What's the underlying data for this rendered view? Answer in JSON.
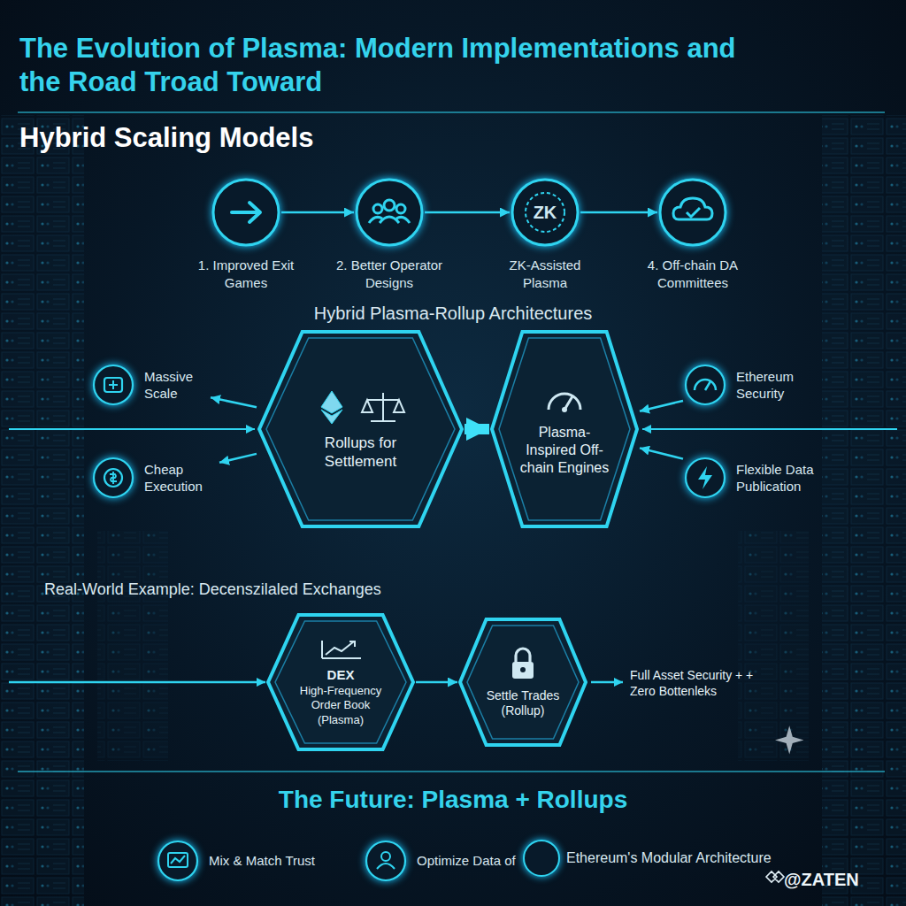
{
  "diagram": {
    "title": "The Evolution of Plasma: Modern Implementations and the Road Troad Toward",
    "nodes": [
      {
        "text": [
          "1. Improved Exit Games"
        ]
      },
      {
        "text": [
          "2. Better Operator Designs"
        ]
      },
      {
        "text": [
          "ZK",
          "ZK-Assisted Plasma"
        ]
      },
      {
        "text": [
          "4. Off-chain DA Committees"
        ]
      },
      {
        "text": [
          "Massive Scale"
        ]
      },
      {
        "text": [
          "Cheap Execution"
        ]
      },
      {
        "text": [
          "Rollups for Settlement"
        ]
      },
      {
        "text": [
          "Plasma-Inspired Off-chain Engines"
        ]
      },
      {
        "text": [
          "Ethereum Security"
        ]
      },
      {
        "text": [
          "Flexible Data Publication"
        ]
      },
      {
        "text": [
          "DEX",
          "High-Frequency Order Book (Plasma)"
        ]
      },
      {
        "text": [
          "Settle Trades (Rollup)"
        ]
      },
      {
        "text": [
          "Mix & Match Trust"
        ]
      },
      {
        "text": [
          "Optimize Data of"
        ]
      }
    ],
    "edges": [
      {
        "from": 0,
        "to": 1,
        "arrow": "to"
      },
      {
        "from": 1,
        "to": 2,
        "arrow": "to"
      },
      {
        "from": 2,
        "to": 3,
        "arrow": "to"
      },
      {
        "from": 6,
        "to": 4,
        "arrow": "to"
      },
      {
        "from": 6,
        "to": 5,
        "arrow": "to"
      },
      {
        "from": 6,
        "to": 7,
        "arrow": "to"
      },
      {
        "from": 8,
        "to": 7,
        "arrow": "to"
      },
      {
        "from": 9,
        "to": 7,
        "arrow": "to"
      },
      {
        "from": 10,
        "to": 11,
        "arrow": "to"
      }
    ],
    "labels": [
      "Hybrid Scaling Models",
      "Hybrid Plasma-Rollup Architectures",
      "Real-World Example: Decenszilaled Exchanges",
      "Full Asset Security + + Zero Bottenleks",
      "The Future: Plasma + Rollups",
      "Ethereum's Modular Architecture",
      "@ZATEN"
    ]
  }
}
